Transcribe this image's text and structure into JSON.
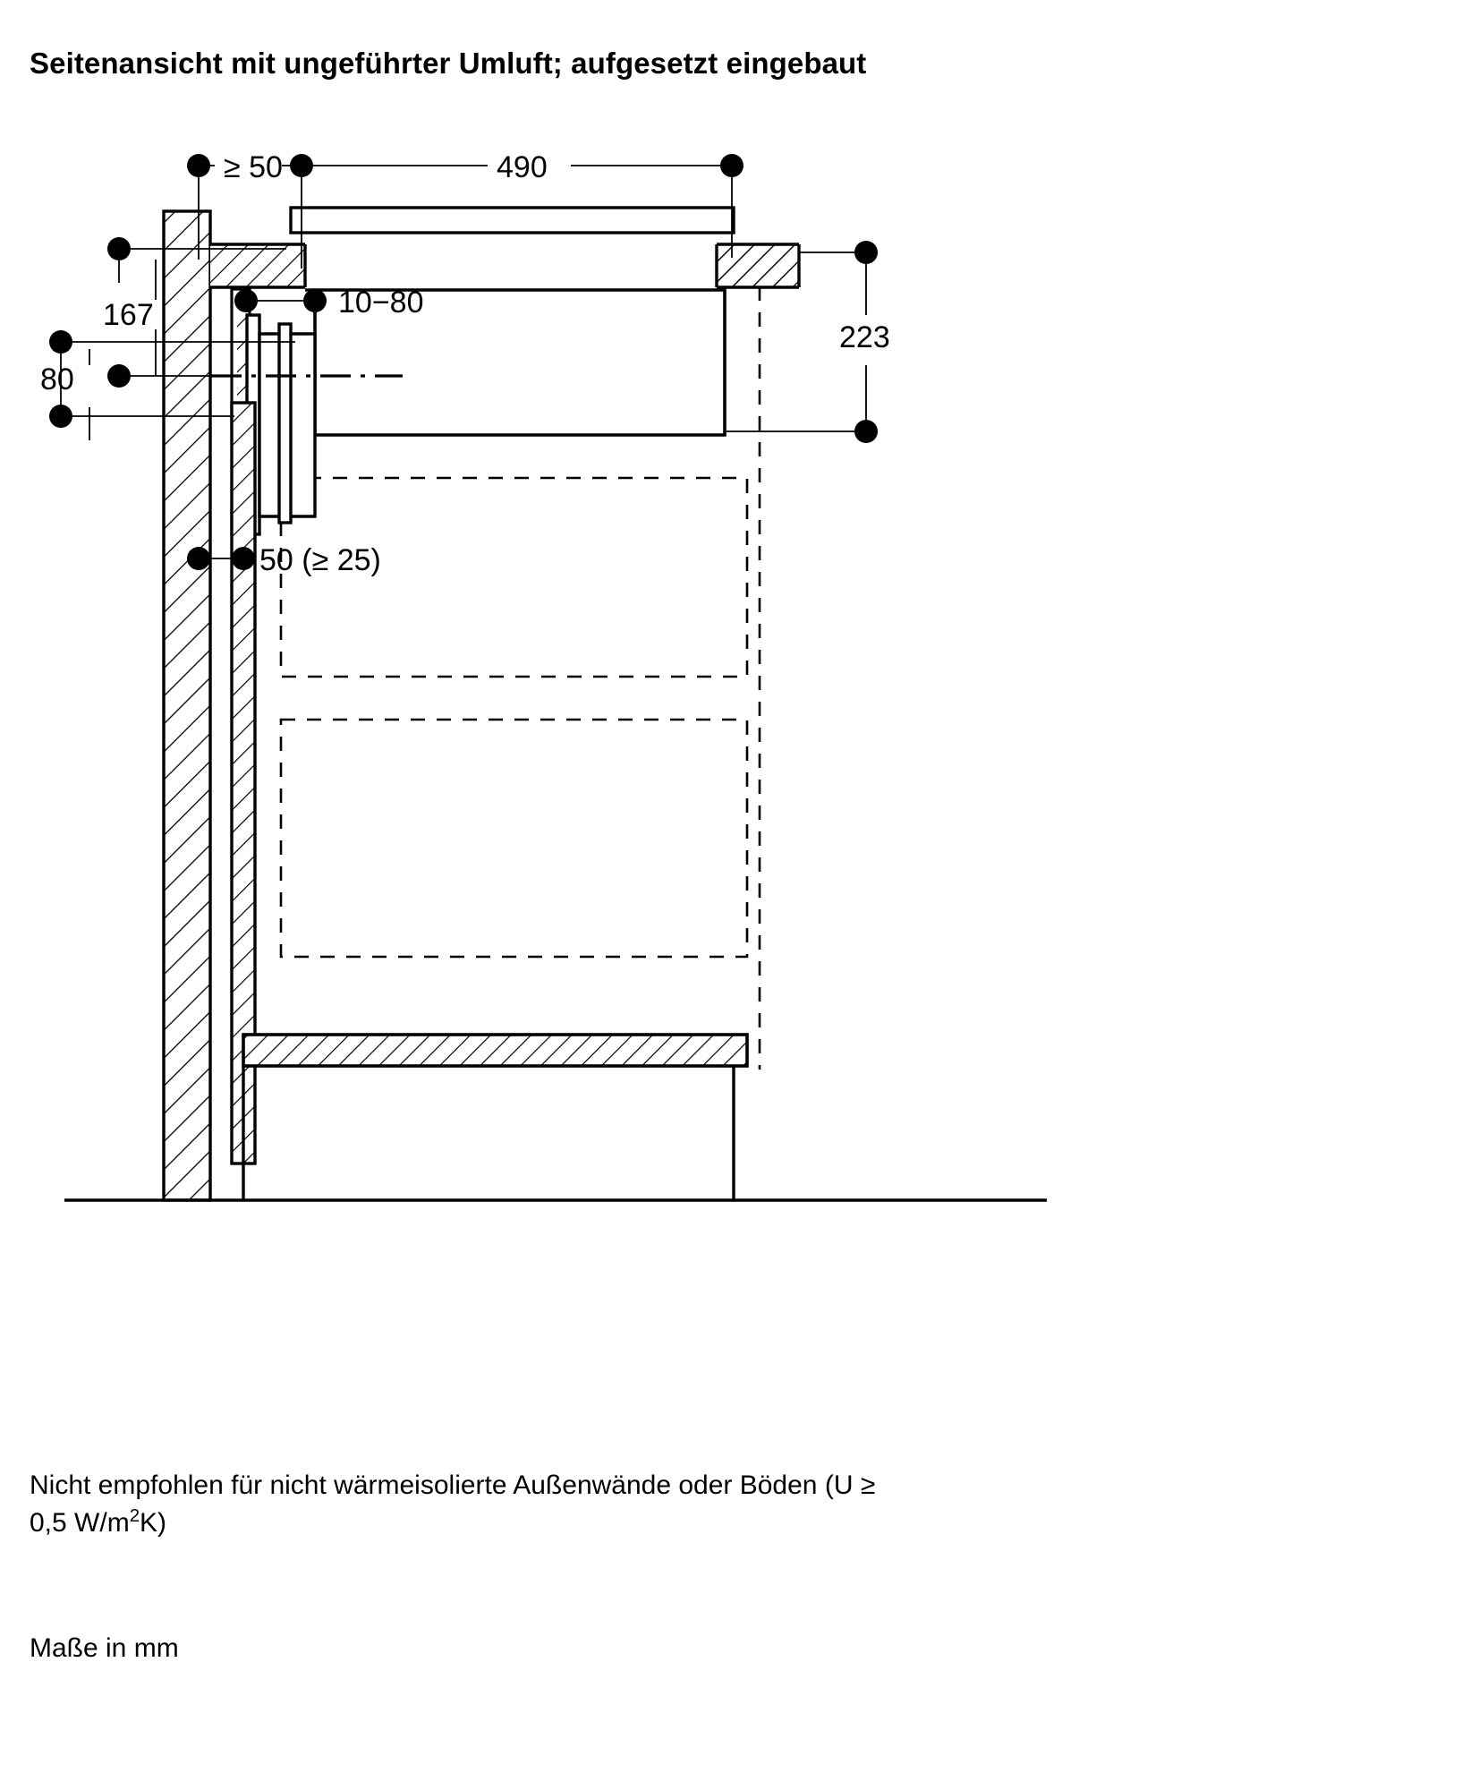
{
  "title": "Seitenansicht mit ungeführter Umluft; aufgesetzt eingebaut",
  "dimensions": {
    "wall_clearance": "≥ 50",
    "width": "490",
    "height_167": "167",
    "height_80": "80",
    "duct_depth": "10−80",
    "height_223": "223",
    "gap": "50 (≥ 25)"
  },
  "notes": {
    "line1": "Nicht empfohlen für nicht wärmeisolierte Außenwände oder Böden (U ≥",
    "line2_pre": "0,5 W/m",
    "line2_sup": "2",
    "line2_post": "K)",
    "units": "Maße in mm"
  },
  "colors": {
    "line": "#000000",
    "background": "#ffffff"
  }
}
